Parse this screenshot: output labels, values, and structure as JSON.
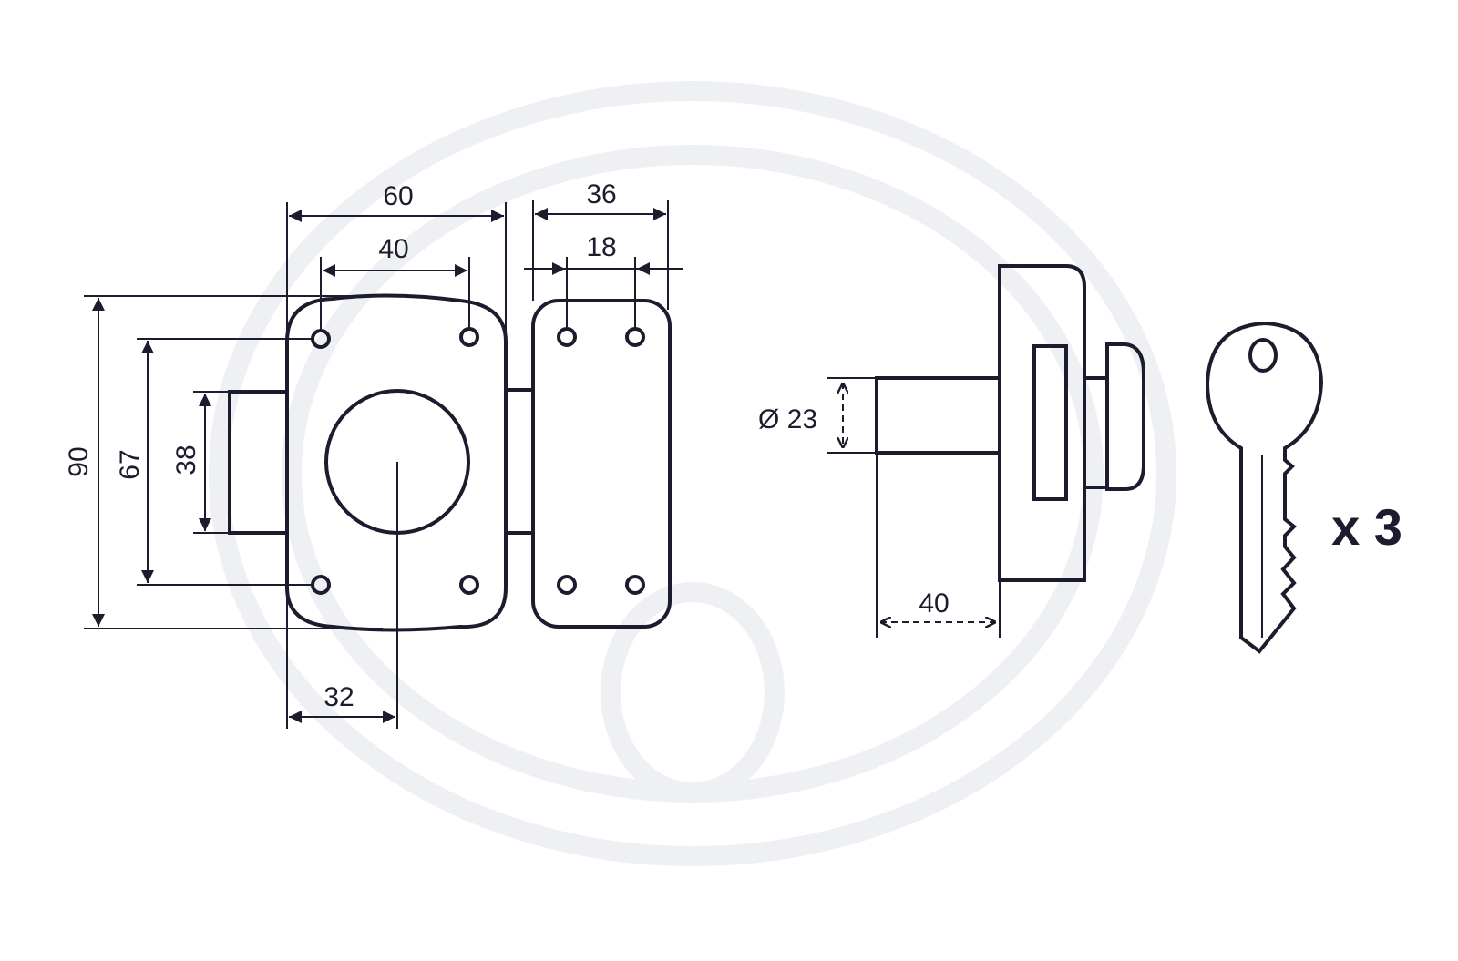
{
  "front_view": {
    "dimensions": {
      "width_60": "60",
      "hole_spacing_40": "40",
      "keeper_width_36": "36",
      "keeper_hole_spacing_18": "18",
      "height_90": "90",
      "hole_spacing_67": "67",
      "bolt_38": "38",
      "backset_32": "32"
    }
  },
  "side_view": {
    "diameter_label": "Ø 23",
    "cylinder_length_40": "40"
  },
  "keys": {
    "quantity_label": "x 3"
  },
  "colors": {
    "line": "#1c1c2e",
    "watermark": "#eef0f3"
  }
}
